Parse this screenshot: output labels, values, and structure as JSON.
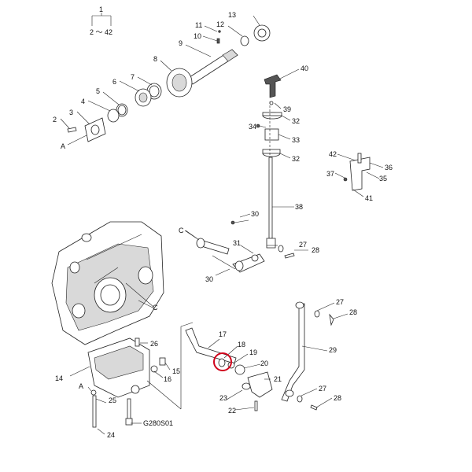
{
  "range_label": {
    "top": "1",
    "bottom": "2 ～ 42"
  },
  "callouts": {
    "c2": "2",
    "c3": "3",
    "c4": "4",
    "c5": "5",
    "c6": "6",
    "c7": "7",
    "c8": "8",
    "c9": "9",
    "c10": "10",
    "c11": "11",
    "c12": "12",
    "c13": "13",
    "c14": "14",
    "c15": "15",
    "c16": "16",
    "c17": "17",
    "c18": "18",
    "c19": "19",
    "c20": "20",
    "c21": "21",
    "c22": "22",
    "c23": "23",
    "c24": "24",
    "c25": "25",
    "c26": "26",
    "c27a": "27",
    "c27b": "27",
    "c27c": "27",
    "c28a": "28",
    "c28b": "28",
    "c28c": "28",
    "c29": "29",
    "c30a": "30",
    "c30b": "30",
    "c31": "31",
    "c32a": "32",
    "c32b": "32",
    "c33": "33",
    "c34": "34",
    "c35": "35",
    "c36": "36",
    "c37": "37",
    "c38": "38",
    "c39": "39",
    "c40": "40",
    "c41": "41",
    "c42": "42"
  },
  "refs": {
    "A1": "A",
    "A2": "A",
    "C1": "C",
    "C2": "C"
  },
  "drawing_code": "G280S01",
  "highlight_color": "#d0021b"
}
